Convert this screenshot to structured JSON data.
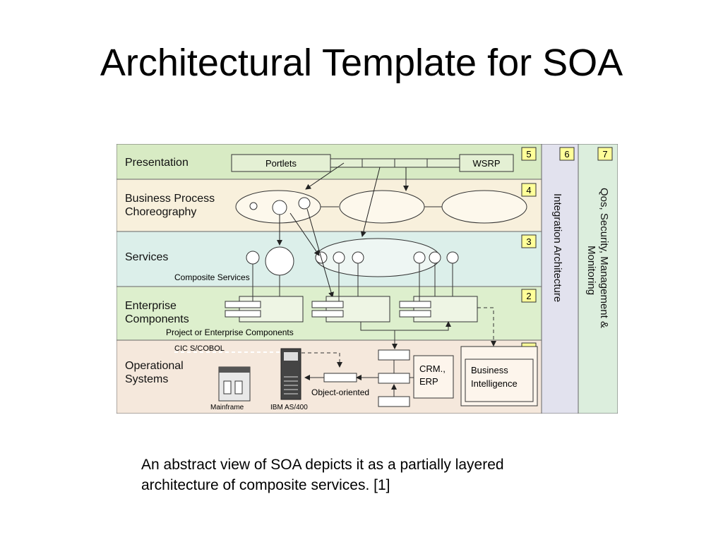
{
  "slide": {
    "title": "Architectural Template for SOA",
    "caption_line1": "An abstract view of SOA depicts it as a partially layered",
    "caption_line2": "architecture of composite services. [1]"
  },
  "diagram": {
    "colors": {
      "presentation": "#d8ebc4",
      "business": "#f8f0dc",
      "services": "#dcefea",
      "enterprise": "#ddefcd",
      "operational": "#f5e8dc",
      "integration": "#e2e2ee",
      "qos": "#dceedd",
      "badge": "#ffff99",
      "outline": "#3a3a3a"
    },
    "layers": {
      "presentation": "Presentation",
      "business_line1": "Business Process",
      "business_line2": "Choreography",
      "services": "Services",
      "enterprise_line1": "Enterprise",
      "enterprise_line2": "Components",
      "operational_line1": "Operational",
      "operational_line2": "Systems"
    },
    "badges": [
      "5",
      "4",
      "3",
      "2",
      "1",
      "6",
      "7"
    ],
    "boxes": {
      "portlets": "Portlets",
      "wsrp": "WSRP",
      "crm_line1": "CRM.,",
      "crm_line2": "ERP",
      "bi_line1": "Business",
      "bi_line2": "Intelligence"
    },
    "labels": {
      "composite_services": "Composite Services",
      "project_components": "Project or Enterprise Components",
      "cics": "CIC S/COBOL",
      "object_oriented": "Object-oriented",
      "mainframe": "Mainframe",
      "ibm": "IBM AS/400"
    },
    "vertical": {
      "integration": "Integration Architecture",
      "qos_line1": "Qos, Security, Management &",
      "qos_line2": "Monitoring"
    }
  }
}
